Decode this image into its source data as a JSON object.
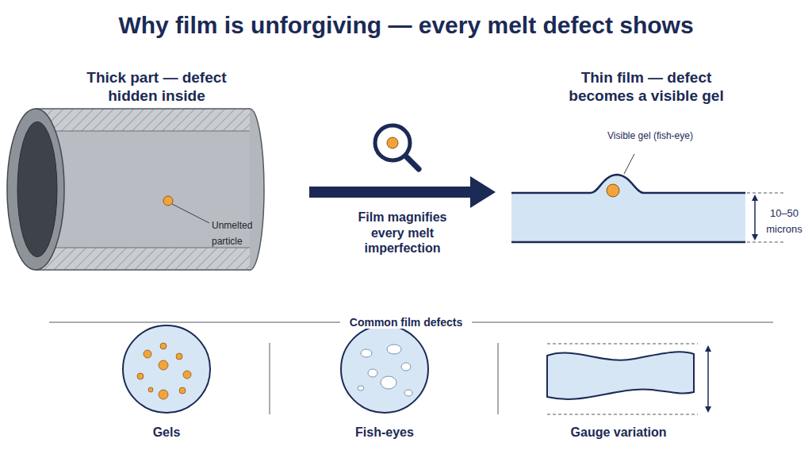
{
  "diagram": {
    "title": "Why film is unforgiving — every melt defect shows",
    "nodes": [
      {
        "text": [
          "Thick part — defect hidden inside"
        ]
      },
      {
        "text": [
          "Thin film — defect becomes a visible gel"
        ]
      },
      {
        "text": [
          "Gels"
        ]
      },
      {
        "text": [
          "Fish-eyes"
        ]
      },
      {
        "text": [
          "Gauge variation"
        ]
      }
    ],
    "edges": [
      {
        "from": 0,
        "to": 1,
        "arrow": "to",
        "label": "Film magnifies every melt imperfection"
      }
    ],
    "labels": [
      "Unmelted particle",
      "Visible gel (fish-eye)",
      "10–50 microns",
      "Common film defects"
    ]
  }
}
